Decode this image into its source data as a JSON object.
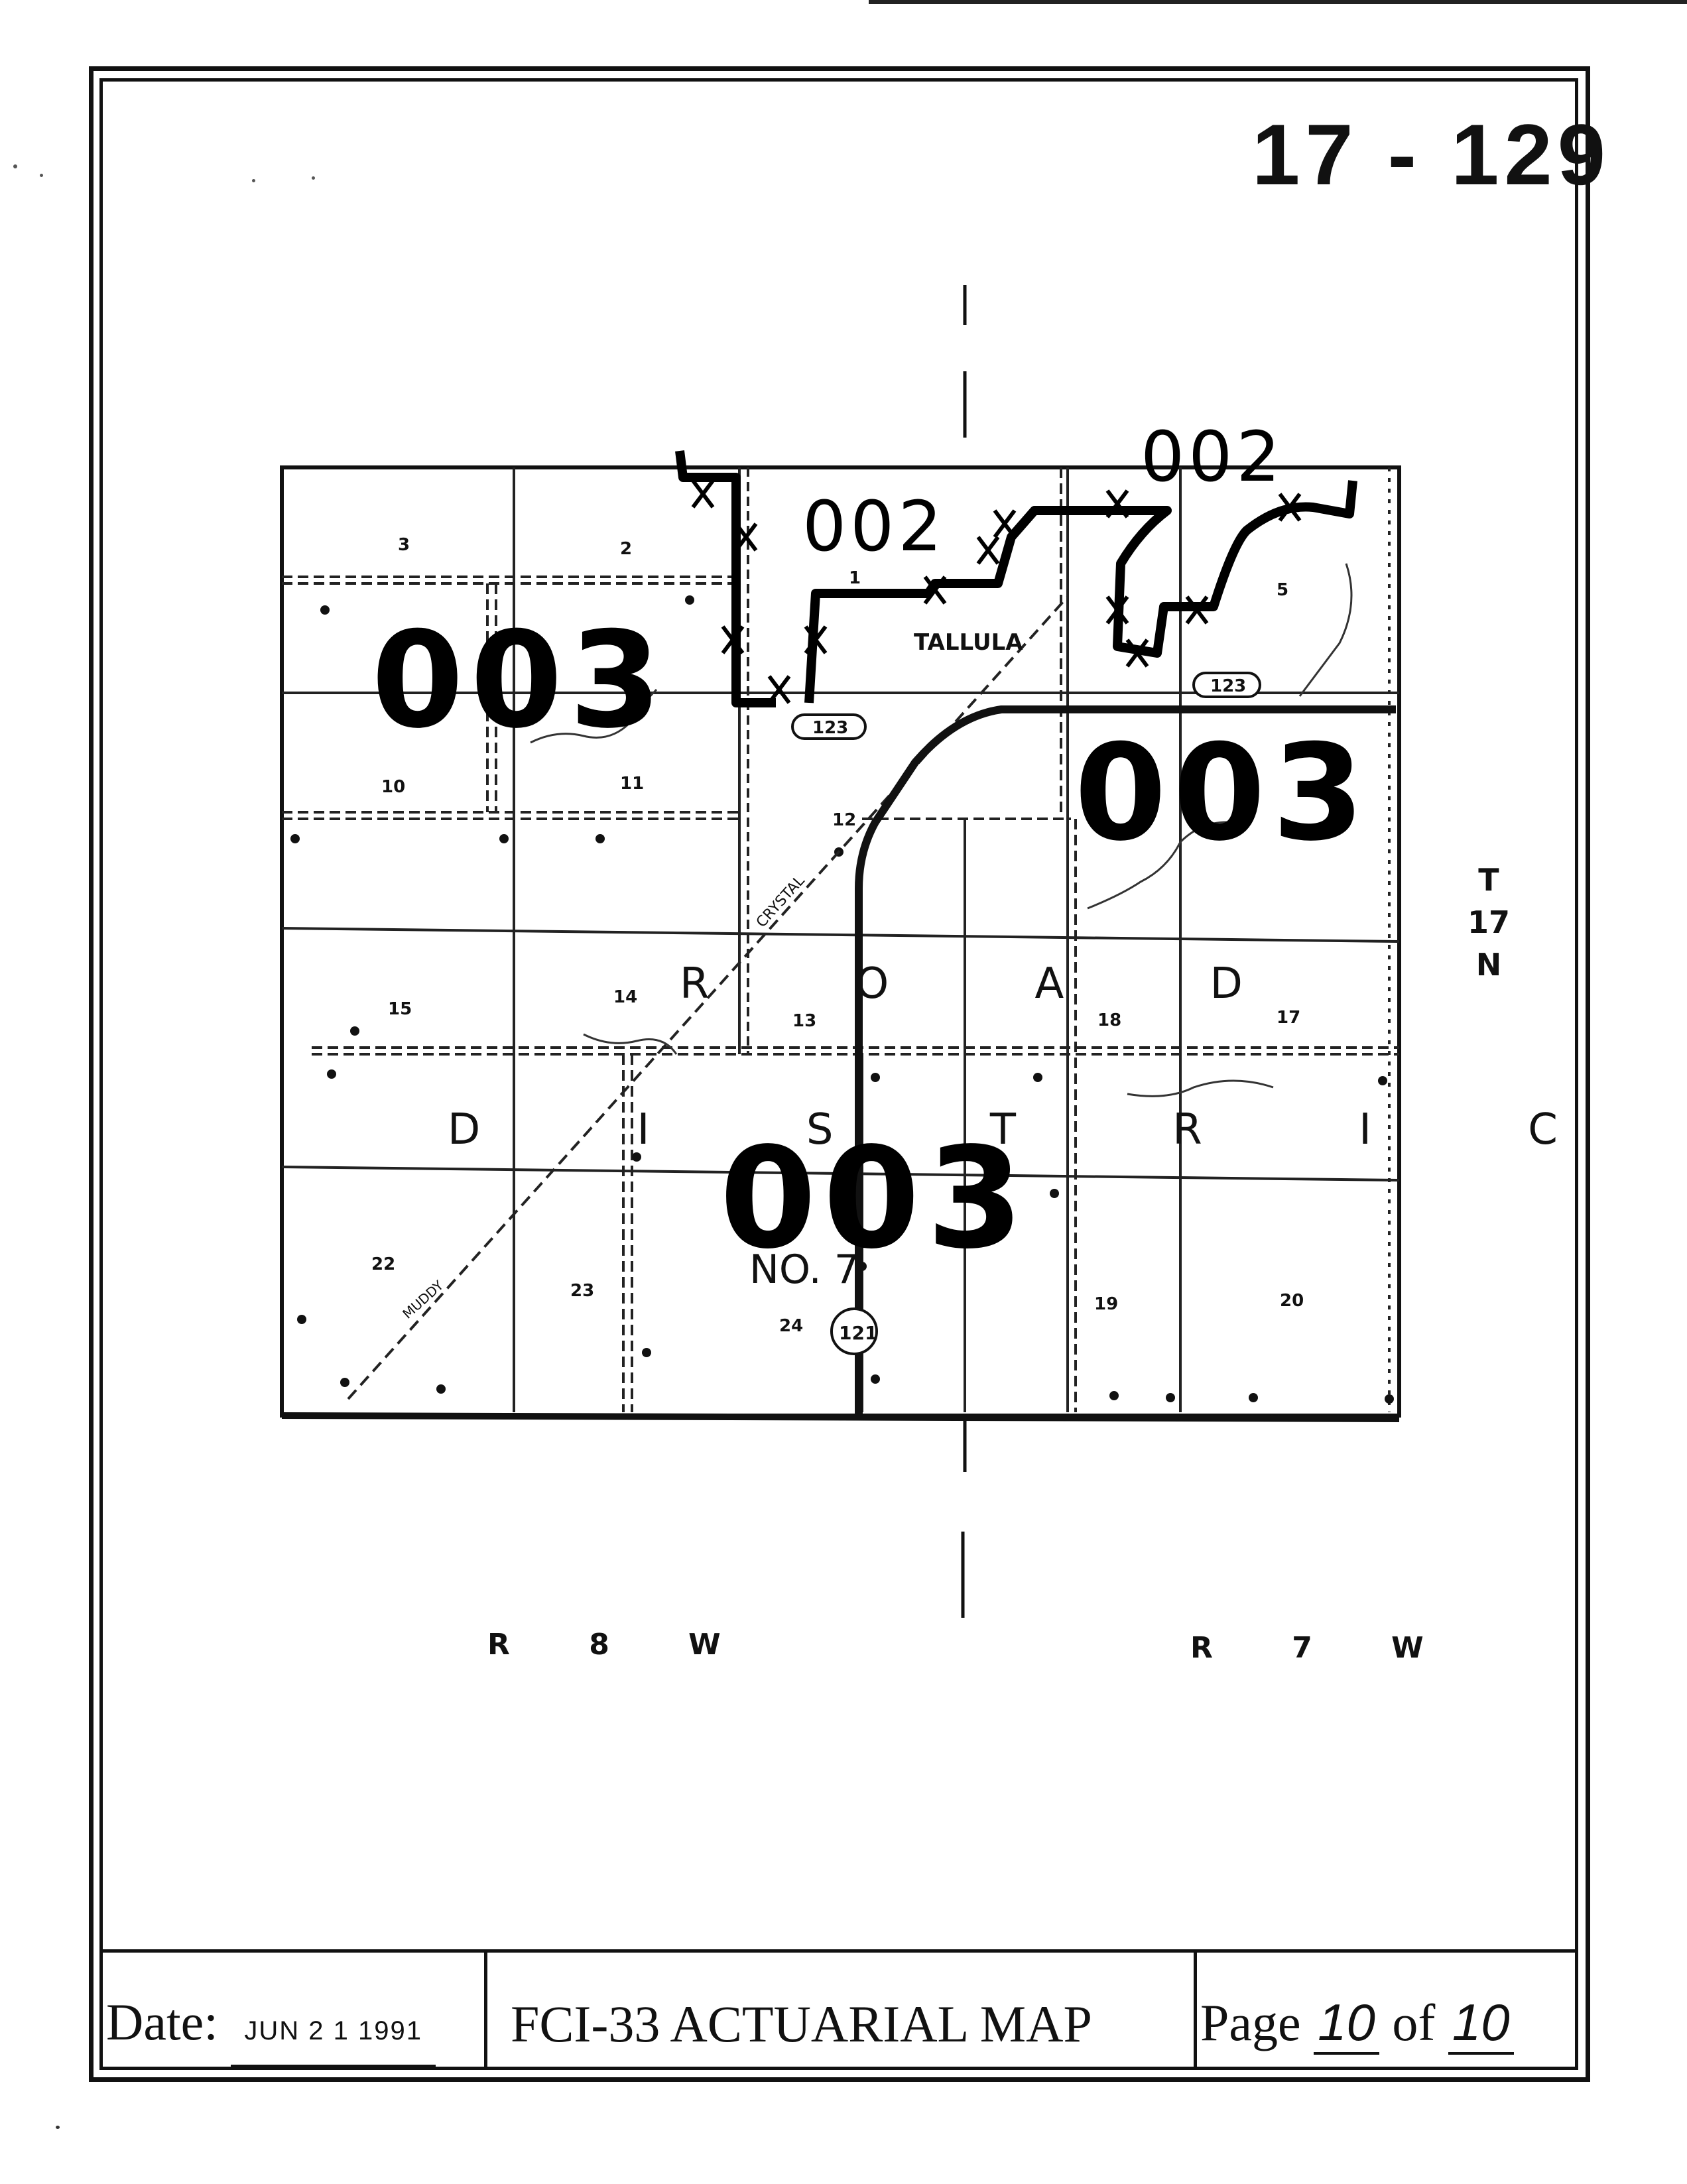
{
  "document": {
    "number": "17 - 129"
  },
  "footer": {
    "date_label": "Date:",
    "date_value": "JUN 2 1 1991",
    "title": "FCI-33 ACTUARIAL MAP",
    "page_label": "Page",
    "page_current": "10",
    "page_of": "of",
    "page_total": "10"
  },
  "township": {
    "t": "T",
    "number": "17",
    "dir": "N"
  },
  "ranges": {
    "left": "R 8 W",
    "right": "R 7 W"
  },
  "map": {
    "town_label": "TALLULA",
    "highway_marker": "121",
    "county_road_marker_a": "123",
    "county_road_marker_b": "123",
    "creek_label": "CRYSTAL",
    "creek_label_b": "MUDDY",
    "district_name_top": "R O A D",
    "district_name_bottom": "D I S T R I C T",
    "district_number": "NO. 7",
    "zone_labels": [
      {
        "id": "002-west",
        "text": "002"
      },
      {
        "id": "002-east",
        "text": "002"
      },
      {
        "id": "003-northwest",
        "text": "003"
      },
      {
        "id": "003-east",
        "text": "003"
      },
      {
        "id": "003-south",
        "text": "003"
      }
    ],
    "section_numbers": [
      "3",
      "2",
      "1",
      "5",
      "10",
      "11",
      "12",
      "15",
      "14",
      "13",
      "18",
      "17",
      "22",
      "23",
      "24",
      "19",
      "20"
    ]
  }
}
